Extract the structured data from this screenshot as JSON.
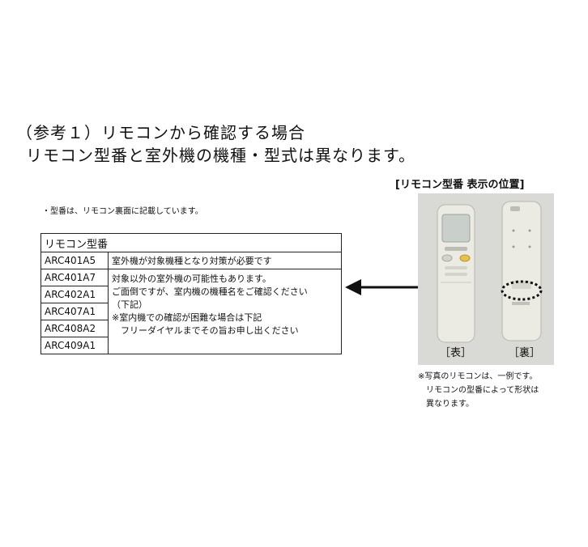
{
  "heading": {
    "line1": "（参考１）リモコンから確認する場合",
    "line2": "リモコン型番と室外機の機種・型式は異なります。"
  },
  "remote_position_title": "[リモコン型番 表示の位置]",
  "top_note": "・型番は、リモコン裏面に記載しています。",
  "table": {
    "header": "リモコン型番",
    "first_row": {
      "code": "ARC401A5",
      "desc": "室外機が対象機種となり対策が必要です"
    },
    "other_codes": [
      "ARC401A7",
      "ARC402A1",
      "ARC407A1",
      "ARC408A2",
      "ARC409A1"
    ],
    "other_desc_lines": [
      "対象以外の室外機の可能性もあります。",
      "ご面倒ですが、室内機の機種名をご確認ください",
      "（下記）",
      "※室内機での確認が困難な場合は下記",
      "　フリーダイヤルまでその旨お申し出ください"
    ]
  },
  "photo_labels": {
    "front": "［表］",
    "back": "［裏］"
  },
  "caption_lines": [
    "※写真のリモコンは、一例です。",
    "　リモコンの型番によって形状は",
    "　異なります。"
  ],
  "colors": {
    "remote_body": "#ecebe3",
    "photo_bg": "#d9d9d6",
    "lcd": "#c9cfca",
    "button_yellow": "#e6c24a"
  }
}
